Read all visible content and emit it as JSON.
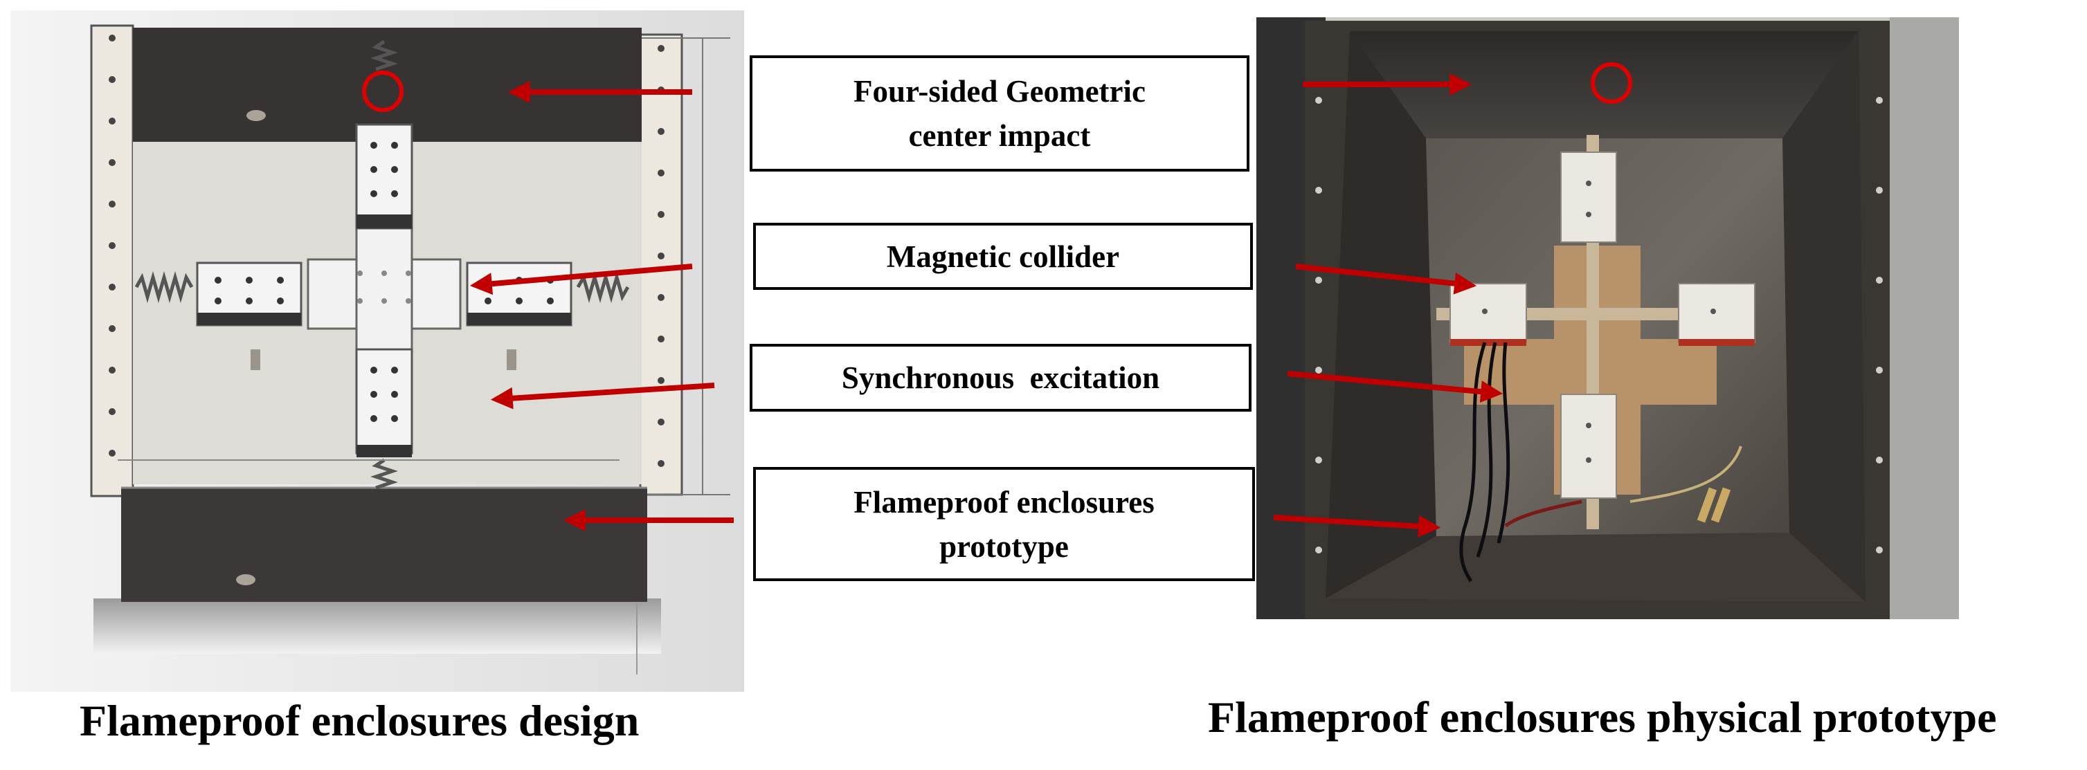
{
  "labels": [
    {
      "line1": "Four-sided Geometric",
      "line2": "center impact"
    },
    {
      "line1": "Magnetic collider",
      "line2": ""
    },
    {
      "line1": "Synchronous  excitation",
      "line2": ""
    },
    {
      "line1": "Flameproof enclosures",
      "line2": "prototype"
    }
  ],
  "captions": {
    "design": "Flameproof enclosures design",
    "prototype": "Flameproof enclosures physical prototype"
  },
  "colors": {
    "arrow": "#c00000",
    "highlight_circle": "#e00000",
    "box_border": "#000000"
  }
}
